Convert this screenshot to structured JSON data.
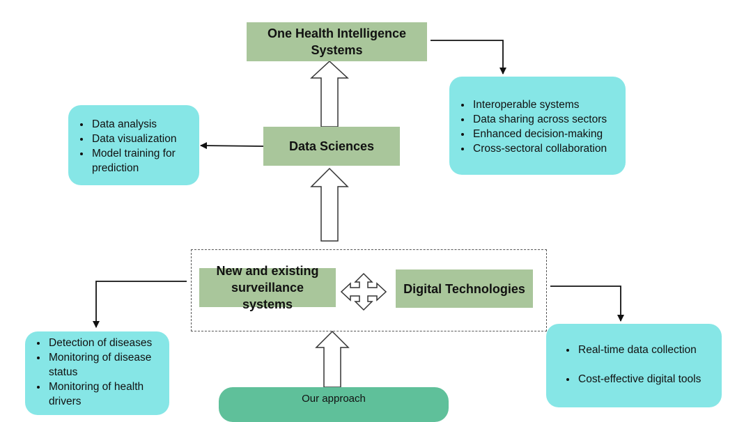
{
  "nodes": {
    "one_health": "One Health Intelligence Systems",
    "data_sciences": "Data Sciences",
    "surveillance": "New and existing surveillance systems",
    "digital_tech": "Digital Technologies",
    "approach": "Our approach"
  },
  "lists": {
    "data_sciences_outputs": [
      "Data analysis",
      "Data visualization",
      "Model training for prediction"
    ],
    "one_health_outputs": [
      "Interoperable systems",
      "Data sharing across sectors",
      "Enhanced decision-making",
      "Cross-sectoral collaboration"
    ],
    "surveillance_outputs": [
      "Detection of diseases",
      "Monitoring of disease status",
      "Monitoring of health drivers"
    ],
    "digital_outputs": [
      "Real-time data collection",
      "Cost-effective digital tools"
    ]
  },
  "colors": {
    "green_box": "#a9c69b",
    "cyan_box": "#86e6e6",
    "approach_box": "#5fc09a"
  }
}
